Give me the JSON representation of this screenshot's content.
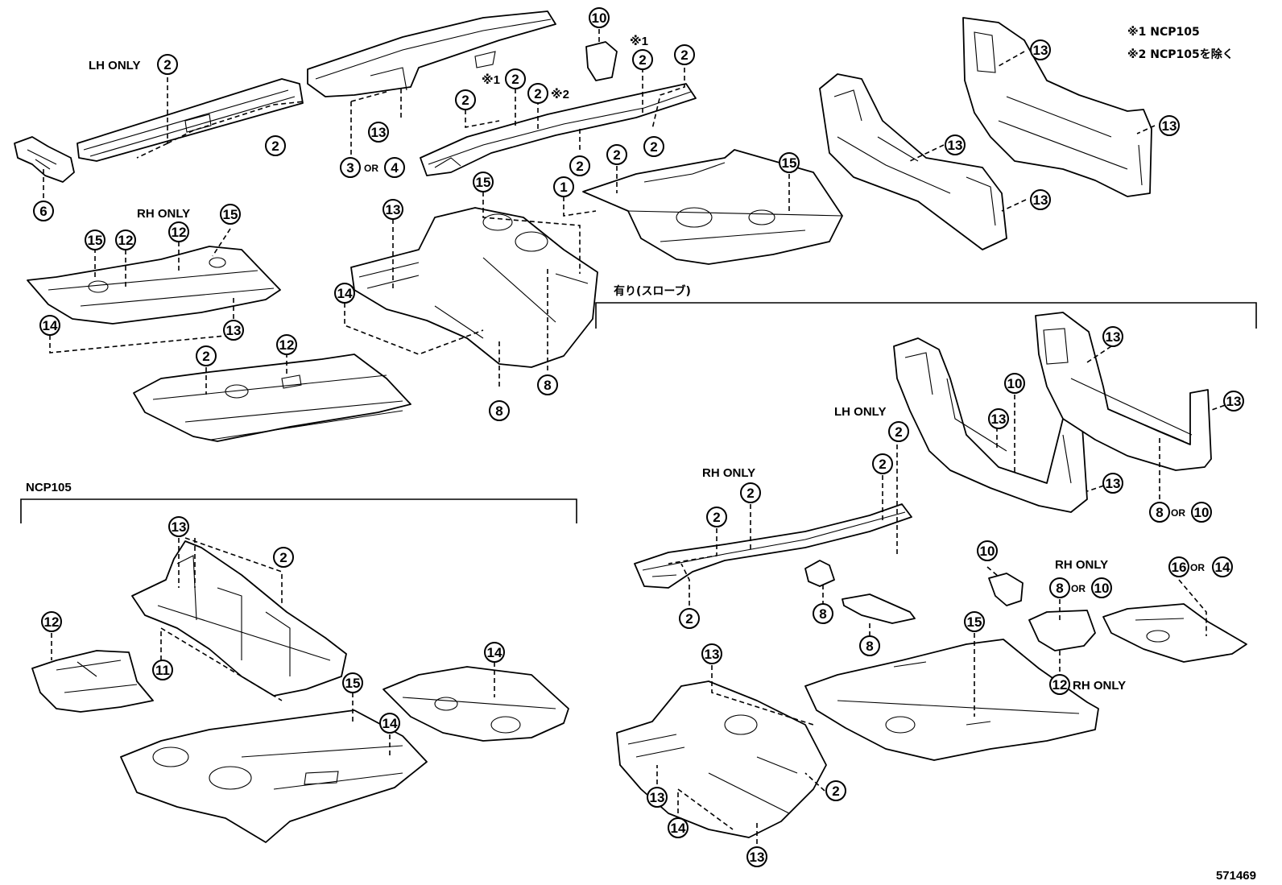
{
  "notes": {
    "note1": "※1 NCP105",
    "note2": "※2 NCP105を除く"
  },
  "labels": {
    "lh_only_top": "LH ONLY",
    "rh_only_top": "RH ONLY",
    "lh_only_right": "LH ONLY",
    "rh_only_right": "RH ONLY",
    "rh_only_right2": "RH ONLY",
    "rh_only_bottom": "RH ONLY",
    "or": "OR",
    "mark1": "※1",
    "mark2": "※2"
  },
  "sections": {
    "slope": "有り(スローブ)",
    "ncp105": "NCP105"
  },
  "catalog_number": "571469",
  "callout_numbers": [
    "1",
    "2",
    "3",
    "4",
    "6",
    "8",
    "10",
    "11",
    "12",
    "13",
    "14",
    "15",
    "16"
  ]
}
